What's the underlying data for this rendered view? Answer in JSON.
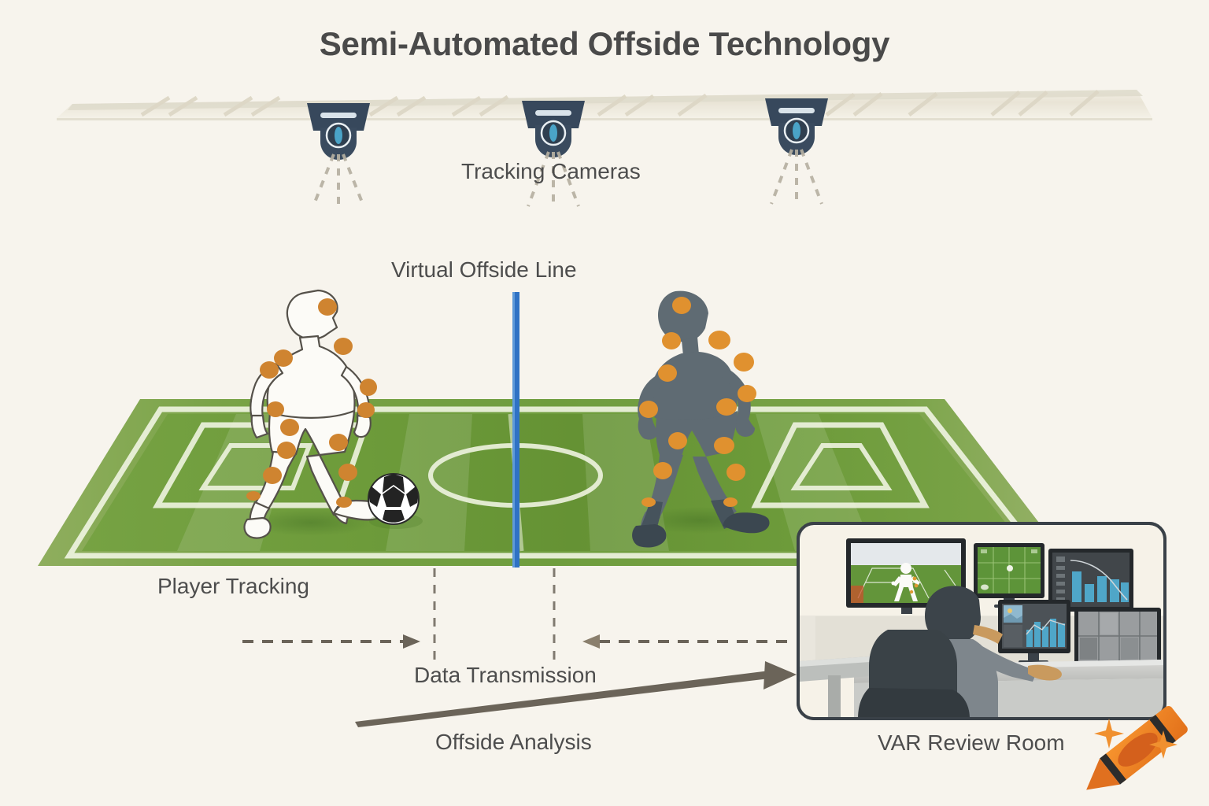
{
  "page": {
    "title": "Semi-Automated Offside Technology",
    "background_color": "#f7f4ed",
    "text_color": "#4d4d4d"
  },
  "labels": {
    "tracking_cameras": "Tracking Cameras",
    "virtual_offside_line": "Virtual Offside Line",
    "player_tracking": "Player Tracking",
    "data_transmission": "Data Transmission",
    "offside_analysis": "Offside Analysis",
    "var_review_room": "VAR Review Room"
  },
  "diagram": {
    "type": "illustration-infographic",
    "colors": {
      "background": "#f7f4ed",
      "title_text": "#4a4a4a",
      "label_text": "#4d4d4d",
      "offside_line_blue": "#2f72c4",
      "camera_body": "#3a4a5c",
      "camera_lens": "#4aa3c7",
      "pitch_green_light": "#7aa84a",
      "pitch_green_dark": "#5f9235",
      "pitch_line_white": "#eef3e0",
      "attacker_kit": "#fdfdfb",
      "defender_kit": "#5f6b73",
      "tracking_marker_orange": "#d1872f",
      "arrow_gray": "#6b6459",
      "crayon_orange": "#f08a2b",
      "var_panel_fill": "#f6f2e8",
      "var_panel_border": "#3a4148"
    },
    "elements": {
      "camera_count": 3,
      "roof_truss": "stadium roof truss beam",
      "offside_line_orientation": "vertical",
      "attacker_team": "white kit with orange tracking markers",
      "defender_team": "dark gray kit with orange tracking markers",
      "ball": "soccer-ball",
      "var_monitors": 5,
      "var_operator": "seated analyst at desk",
      "watermark": "orange crayon with sparkles"
    },
    "flows": [
      {
        "name": "player-tracking-to-center",
        "style": "dashed",
        "direction": "right"
      },
      {
        "name": "var-room-to-center",
        "style": "dashed",
        "direction": "left"
      },
      {
        "name": "offside-analysis-to-var",
        "style": "solid",
        "direction": "right"
      }
    ]
  },
  "icons": {
    "camera": "tracking-camera-icon",
    "ball": "soccer-ball-icon",
    "crayon": "crayon-icon",
    "sparkle": "sparkle-icon"
  }
}
